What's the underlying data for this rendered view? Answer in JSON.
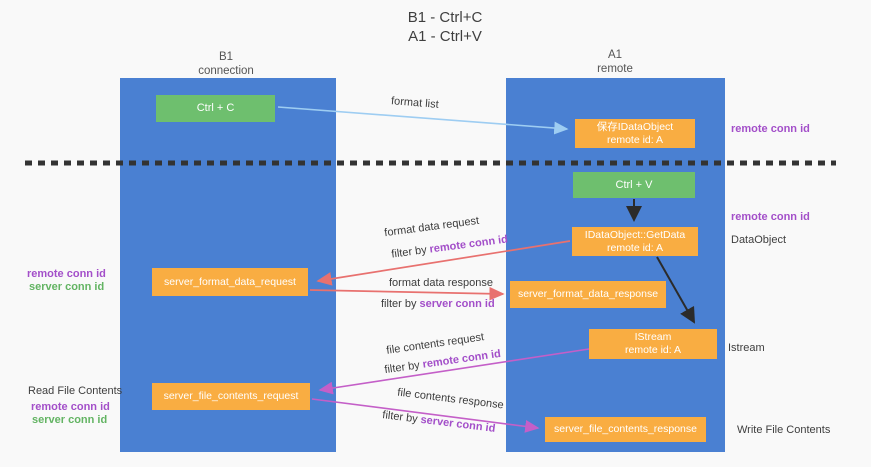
{
  "title": {
    "line1": "B1 - Ctrl+C",
    "line2": "A1 - Ctrl+V"
  },
  "lifelines": {
    "left": {
      "name": "B1",
      "role": "connection"
    },
    "right": {
      "name": "A1",
      "role": "remote"
    }
  },
  "boxes": {
    "ctrl_c": {
      "label": "Ctrl + C"
    },
    "store_dataobject": {
      "line1": "保存IDataObject",
      "line2": "remote id: A"
    },
    "ctrl_v": {
      "label": "Ctrl + V"
    },
    "getdata": {
      "line1": "IDataObject::GetData",
      "line2": "remote id: A"
    },
    "format_request": {
      "label": "server_format_data_request"
    },
    "format_response": {
      "label": "server_format_data_response"
    },
    "istream": {
      "line1": "IStream",
      "line2": "remote id: A"
    },
    "file_request": {
      "label": "server_file_contents_request"
    },
    "file_response": {
      "label": "server_file_contents_response"
    }
  },
  "arrows": {
    "format_list": {
      "label": "format list"
    },
    "format_data_request": {
      "label": "format data request",
      "filter_prefix": "filter by",
      "filter_key": "remote conn id"
    },
    "format_data_response": {
      "label": "format data response",
      "filter_prefix": "filter by",
      "filter_key": "server conn id"
    },
    "file_contents_request": {
      "label": "file contents request",
      "filter_prefix": "filter by",
      "filter_key": "remote conn id"
    },
    "file_contents_response": {
      "label": "file contents response",
      "filter_prefix": "filter by",
      "filter_key": "server conn id"
    }
  },
  "annotations": {
    "left_remote_1": "remote conn id",
    "left_server_1": "server conn id",
    "read_file_contents": "Read File Contents",
    "left_remote_2": "remote conn id",
    "left_server_2": "server conn id",
    "right_remote_1": "remote conn id",
    "right_remote_2": "remote conn id",
    "dataobject": "DataObject",
    "istream": "Istream",
    "write_file_contents": "Write File Contents"
  },
  "colors": {
    "lane_blue": "#4a80d2",
    "box_orange": "#f9ad42",
    "box_green": "#6ebf6e",
    "arrow_red": "#e8716f",
    "arrow_magenta": "#c45fc8",
    "arrow_blue": "#9ecdf2",
    "arrow_black": "#2b2b2b",
    "dash_black": "#333333",
    "text_purple": "#a34fc9",
    "text_green": "#63b463"
  }
}
